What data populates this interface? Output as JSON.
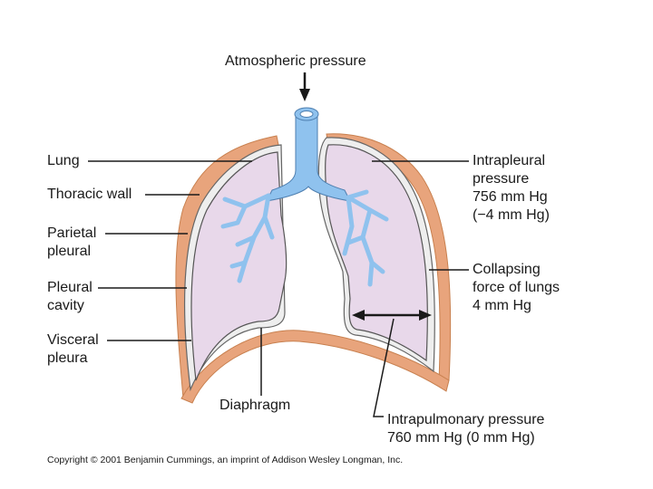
{
  "labels": {
    "atmospheric": "Atmospheric pressure",
    "lung": "Lung",
    "thoracic_wall": "Thoracic wall",
    "parietal_1": "Parietal",
    "parietal_2": "pleural",
    "pleural_cavity_1": "Pleural",
    "pleural_cavity_2": "cavity",
    "visceral_1": "Visceral",
    "visceral_2": "pleura",
    "diaphragm": "Diaphragm",
    "intrapleural_1": "Intrapleural",
    "intrapleural_2": "pressure",
    "intrapleural_3": "756 mm Hg",
    "intrapleural_4": "(−4 mm Hg)",
    "collapsing_1": "Collapsing",
    "collapsing_2": "force of lungs",
    "collapsing_3": "4 mm Hg",
    "intrapulmonary_1": "Intrapulmonary pressure",
    "intrapulmonary_2": "760 mm Hg (0 mm Hg)"
  },
  "copyright": "Copyright © 2001 Benjamin Cummings, an imprint of Addison Wesley Longman, Inc.",
  "colors": {
    "thoracic_wall": "#e8a47c",
    "thoracic_wall_edge": "#c8804f",
    "pleural_cavity": "#eeeeee",
    "lung": "#e8d8ea",
    "lung_edge": "#555555",
    "airway": "#8fc2ee",
    "airway_edge": "#4e7fb0",
    "leader_line": "#1a1a1a"
  }
}
